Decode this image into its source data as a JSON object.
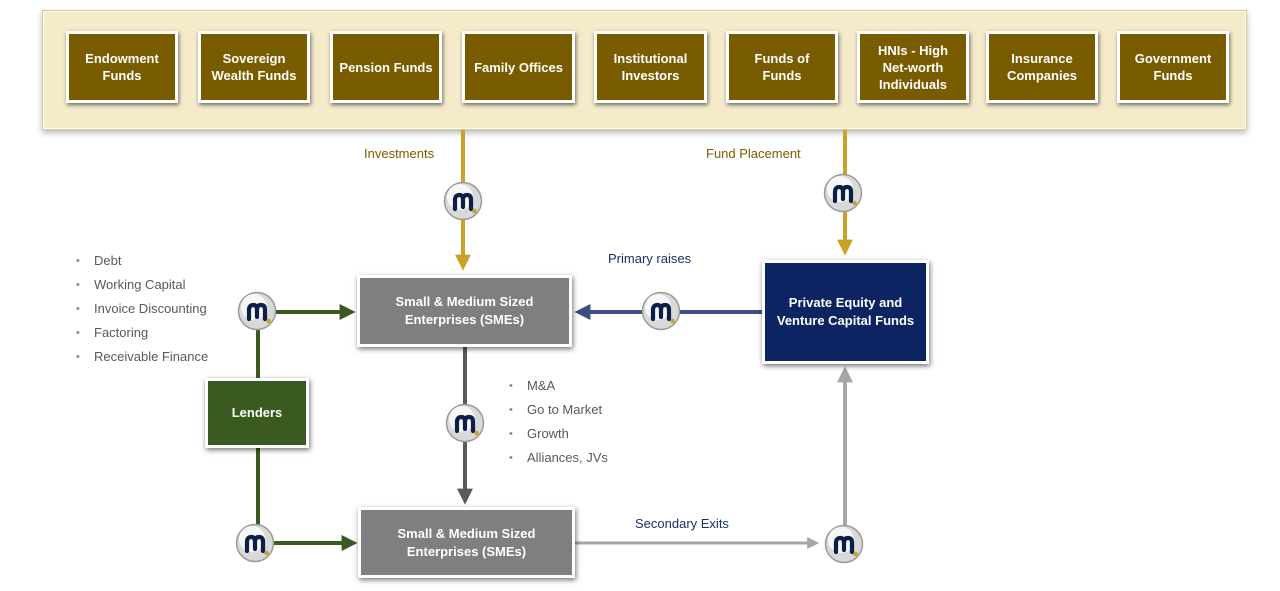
{
  "investors": [
    {
      "label": "Endowment Funds"
    },
    {
      "label": "Sovereign Wealth Funds"
    },
    {
      "label": "Pension Funds"
    },
    {
      "label": "Family Offices"
    },
    {
      "label": "Institutional Investors"
    },
    {
      "label": "Funds of Funds"
    },
    {
      "label": "HNIs - High Net-worth Individuals"
    },
    {
      "label": "Insurance Companies"
    },
    {
      "label": "Government Funds"
    }
  ],
  "nodes": {
    "sme_top": "Small & Medium Sized Enterprises (SMEs)",
    "sme_bottom": "Small & Medium Sized Enterprises (SMEs)",
    "pe_vc": "Private Equity and Venture Capital Funds",
    "lenders": "Lenders"
  },
  "flows": {
    "investments": "Investments",
    "fund_placement": "Fund Placement",
    "primary_raises": "Primary raises",
    "secondary_exits": "Secondary Exits"
  },
  "lending_products": [
    "Debt",
    "Working Capital",
    "Invoice Discounting",
    "Factoring",
    "Receivable Finance"
  ],
  "growth_activities": [
    "M&A",
    "Go to Market",
    "Growth",
    "Alliances, JVs"
  ],
  "icon": "m-logo-icon",
  "colors": {
    "gold": "#7a5c00",
    "gold_arrow": "#c9a227",
    "navy": "#0c2461",
    "green": "#3b5a1f",
    "grey": "#7f7f7f",
    "panel": "#f5ebcb"
  }
}
